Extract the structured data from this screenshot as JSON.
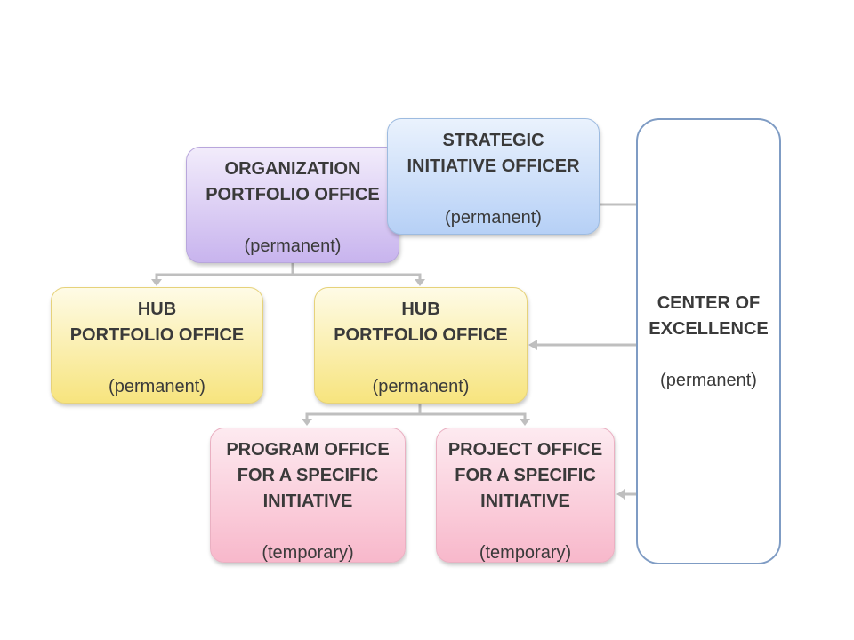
{
  "org_portfolio_office": {
    "title": [
      "ORGANIZATION",
      "PORTFOLIO OFFICE"
    ],
    "status": "(permanent)",
    "color": "#c8b4ee"
  },
  "strategic_initiative_officer": {
    "title": [
      "STRATEGIC",
      "INITIATIVE OFFICER"
    ],
    "status": "(permanent)",
    "color": "#b6d0f6"
  },
  "hub_portfolio_offices": [
    {
      "title": [
        "HUB",
        "PORTFOLIO OFFICE"
      ],
      "status": "(permanent)",
      "color": "#f7e47e"
    },
    {
      "title": [
        "HUB",
        "PORTFOLIO OFFICE"
      ],
      "status": "(permanent)",
      "color": "#f7e47e"
    }
  ],
  "program_office": {
    "title": [
      "PROGRAM OFFICE",
      "FOR A SPECIFIC",
      "INITIATIVE"
    ],
    "status": "(temporary)",
    "color": "#f8b8cb"
  },
  "project_office": {
    "title": [
      "PROJECT OFFICE",
      "FOR A SPECIFIC",
      "INITIATIVE"
    ],
    "status": "(temporary)",
    "color": "#f8b8cb"
  },
  "center_of_excellence": {
    "title": [
      "CENTER OF",
      "EXCELLENCE"
    ],
    "status": "(permanent)",
    "border_color": "#7f9cc4"
  },
  "connector_color": "#bfbfbf"
}
